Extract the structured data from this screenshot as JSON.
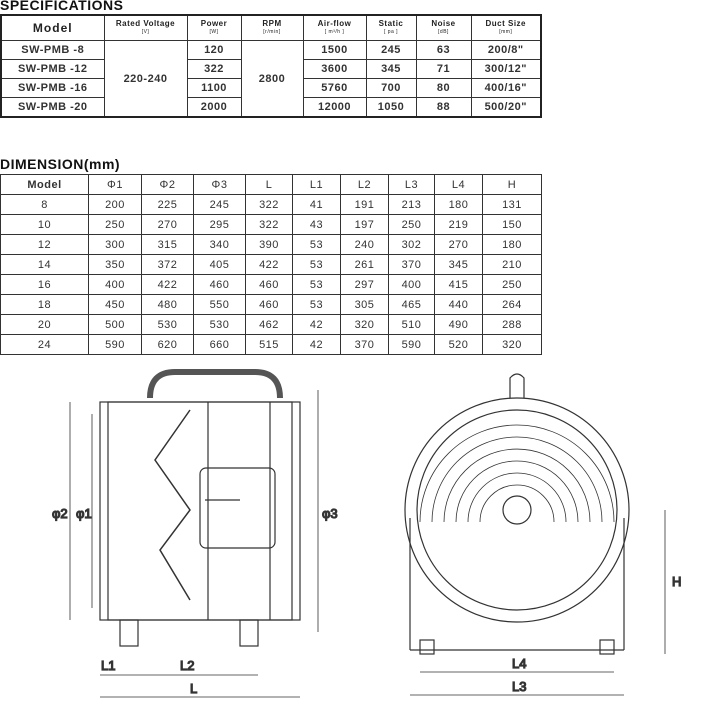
{
  "specifications": {
    "title": "SPECIFICATIONS",
    "headers": [
      {
        "label": "Model",
        "unit": ""
      },
      {
        "label": "Rated Voltage",
        "unit": "[V]"
      },
      {
        "label": "Power",
        "unit": "[W]"
      },
      {
        "label": "RPM",
        "unit": "[r/min]"
      },
      {
        "label": "Air-flow",
        "unit": "[ m³/h ]"
      },
      {
        "label": "Static",
        "unit": "[ pa ]"
      },
      {
        "label": "Noise",
        "unit": "[dB]"
      },
      {
        "label": "Duct Size",
        "unit": "[mm]"
      }
    ],
    "voltage": "220-240",
    "rpm": "2800",
    "rows": [
      {
        "model": "SW-PMB -8",
        "power": "120",
        "airflow": "1500",
        "static": "245",
        "noise": "63",
        "duct": "200/8\""
      },
      {
        "model": "SW-PMB -12",
        "power": "322",
        "airflow": "3600",
        "static": "345",
        "noise": "71",
        "duct": "300/12\""
      },
      {
        "model": "SW-PMB -16",
        "power": "1100",
        "airflow": "5760",
        "static": "700",
        "noise": "80",
        "duct": "400/16\""
      },
      {
        "model": "SW-PMB -20",
        "power": "2000",
        "airflow": "12000",
        "static": "1050",
        "noise": "88",
        "duct": "500/20\""
      }
    ]
  },
  "dimension": {
    "title": "DIMENSION(mm)",
    "headers": [
      "Model",
      "Φ1",
      "Φ2",
      "Φ3",
      "L",
      "L1",
      "L2",
      "L3",
      "L4",
      "H"
    ],
    "rows": [
      [
        "8",
        "200",
        "225",
        "245",
        "322",
        "41",
        "191",
        "213",
        "180",
        "131"
      ],
      [
        "10",
        "250",
        "270",
        "295",
        "322",
        "43",
        "197",
        "250",
        "219",
        "150"
      ],
      [
        "12",
        "300",
        "315",
        "340",
        "390",
        "53",
        "240",
        "302",
        "270",
        "180"
      ],
      [
        "14",
        "350",
        "372",
        "405",
        "422",
        "53",
        "261",
        "370",
        "345",
        "210"
      ],
      [
        "16",
        "400",
        "422",
        "460",
        "460",
        "53",
        "297",
        "400",
        "415",
        "250"
      ],
      [
        "18",
        "450",
        "480",
        "550",
        "460",
        "53",
        "305",
        "465",
        "440",
        "264"
      ],
      [
        "20",
        "500",
        "530",
        "530",
        "462",
        "42",
        "320",
        "510",
        "490",
        "288"
      ],
      [
        "24",
        "590",
        "620",
        "660",
        "515",
        "42",
        "370",
        "590",
        "520",
        "320"
      ]
    ]
  },
  "drawing": {
    "phi2": "φ2",
    "phi1": "φ1",
    "phi3": "φ3",
    "L1": "L1",
    "L2": "L2",
    "L": "L",
    "H": "H",
    "L4": "L4",
    "L3": "L3"
  }
}
